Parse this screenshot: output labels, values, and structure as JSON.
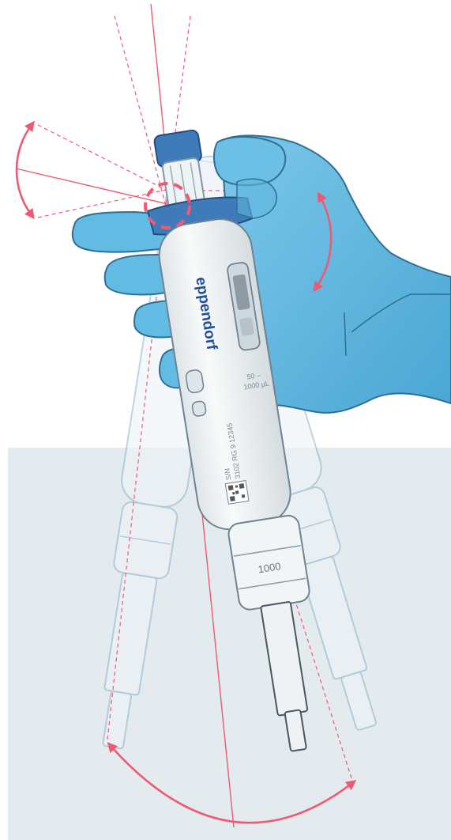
{
  "figure": {
    "brand": "eppendorf",
    "volume_range": "50 –\n1000 µL",
    "volume_range_top": "50 –",
    "volume_range_bottom": "1000 µL",
    "serial_label": "S/N",
    "serial_number": "3102 RG 9 12345",
    "tip_cone_label": "1000",
    "colors": {
      "angle_arrow": "#ee5a73",
      "glove": "#5bb4dc",
      "glove_dark": "#3a91bd",
      "pipette_body": "#eef1f2",
      "pipette_accent": "#3a73b5",
      "background_lower": "#e3eaee"
    }
  }
}
